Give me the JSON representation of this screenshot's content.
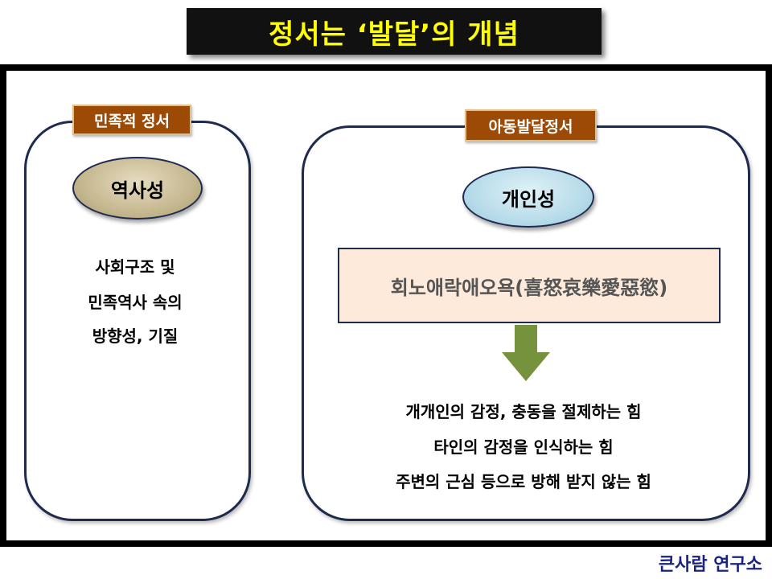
{
  "title": "정서는 ‘발달’의 개념",
  "left": {
    "tag": "민족적 정서",
    "oval": "역사성",
    "lines": [
      "사회구조 및",
      "민족역사 속의",
      "방향성, 기질"
    ]
  },
  "right": {
    "tag": "아동발달정서",
    "oval": "개인성",
    "emotion": "회노애락애오욕(喜怒哀樂愛惡慾)",
    "lines": [
      "개개인의 감정, 충동을 절제하는 힘",
      "타인의 감정을 인식하는 힘",
      "주변의 근심 등으로 방해 받지 않는 힘"
    ]
  },
  "footer": "큰사람 연구소",
  "colors": {
    "title_text": "#ffff00",
    "tag_background": "#9c4a06",
    "arrow": "#76923c",
    "footer_text": "#1a237e"
  }
}
